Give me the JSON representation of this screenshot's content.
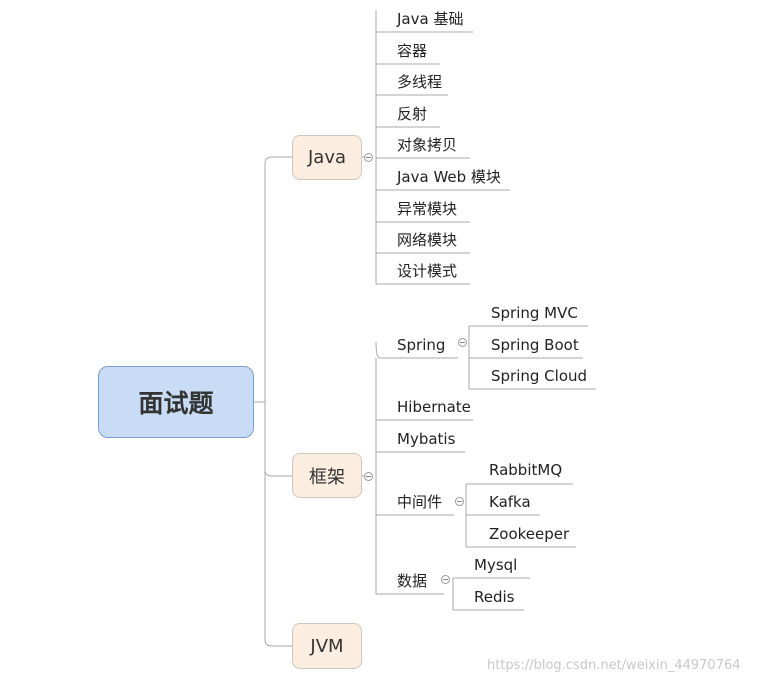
{
  "root": {
    "label": "面试题"
  },
  "java": {
    "label": "Java",
    "items": [
      "Java 基础",
      "容器",
      "多线程",
      "反射",
      "对象拷贝",
      "Java Web 模块",
      "异常模块",
      "网络模块",
      "设计模式"
    ]
  },
  "framework": {
    "label": "框架",
    "spring": {
      "label": "Spring",
      "items": [
        "Spring MVC",
        "Spring Boot",
        "Spring Cloud"
      ]
    },
    "hibernate": "Hibernate",
    "mybatis": "Mybatis",
    "middleware": {
      "label": "中间件",
      "items": [
        "RabbitMQ",
        "Kafka",
        "Zookeeper"
      ]
    },
    "data": {
      "label": "数据",
      "items": [
        "Mysql",
        "Redis"
      ]
    }
  },
  "jvm": {
    "label": "JVM"
  },
  "watermark": "https://blog.csdn.net/weixin_44970764",
  "colors": {
    "root_fill": "#c9dcf6",
    "root_border": "#7d9fcf",
    "topic_fill": "#fbeee0",
    "line": "#a8a8a8"
  }
}
